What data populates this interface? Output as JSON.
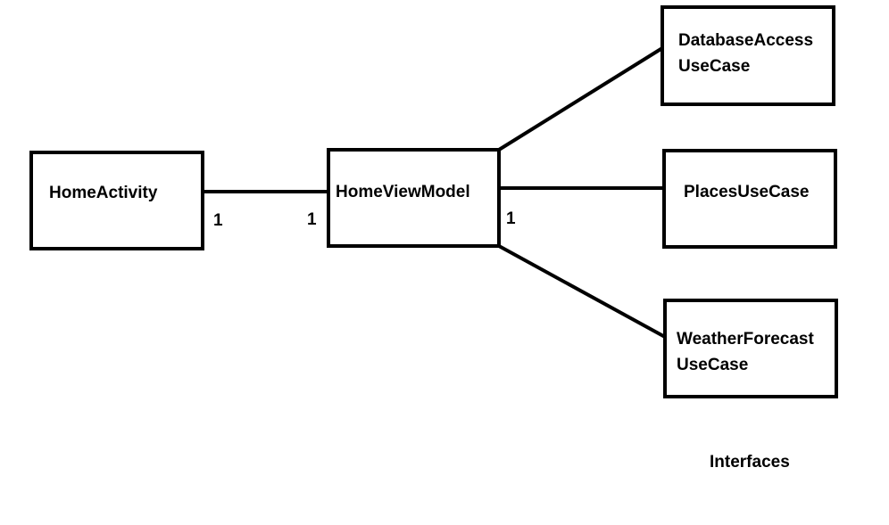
{
  "nodes": {
    "home_activity": {
      "label": "HomeActivity"
    },
    "home_view_model": {
      "label": "HomeViewModel"
    },
    "database_access": {
      "line1": "DatabaseAccess",
      "line2": "UseCase"
    },
    "places": {
      "label": "PlacesUseCase"
    },
    "weather_forecast": {
      "line1": "WeatherForecast",
      "line2": "UseCase"
    }
  },
  "multiplicities": {
    "activity_side": "1",
    "viewmodel_side": "1",
    "usecase_side": "1"
  },
  "caption": "Interfaces"
}
